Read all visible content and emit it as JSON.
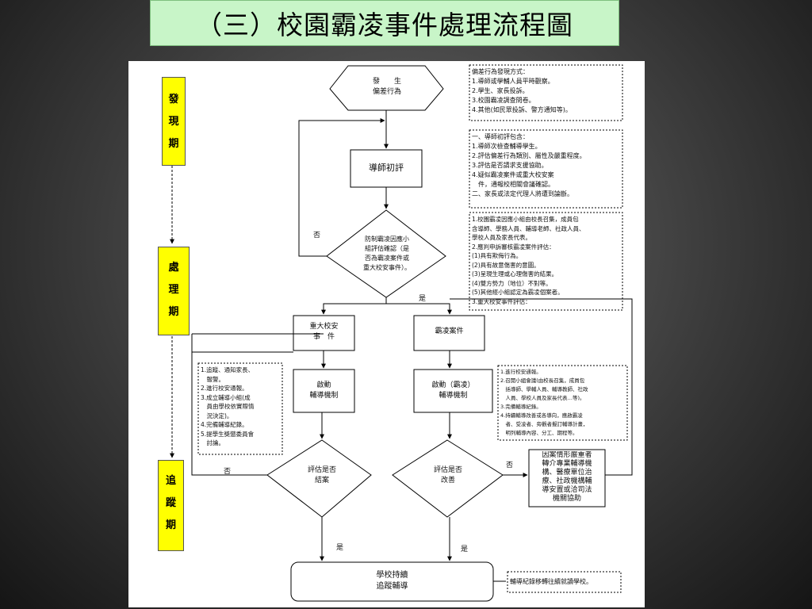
{
  "title": "（三）校園霸凌事件處理流程圖",
  "phases": {
    "discover": "發\n現\n期",
    "handle": "處\n理\n期",
    "follow": "追\n蹤\n期"
  },
  "nodes": {
    "occur": "發　　生\n偏差行為",
    "teacher_eval": "導師初評",
    "judge": "防制霸凌因應小\n組評估確認（是\n否為霸凌案件或\n重大校安事件）。",
    "major": "重大校安\n事　件",
    "bully": "霸凌案件",
    "guide_left": "啟動\n輔導機制",
    "guide_right": "啟動（霸凌）\n輔導機制",
    "assess_left": "評估是否\n結案",
    "assess_right": "評估是否\n改善",
    "referral": "因案情形嚴重者\n轉介專業輔導機\n構、醫療單位治\n療、社政機構輔\n導安置或洽司法\n機關協助",
    "follow_up": "學校持續\n追蹤輔導"
  },
  "labels": {
    "no": "否",
    "yes": "是"
  },
  "notes": {
    "discover": "偏差行為發現方式：\n1.導師或學輔人員平時觀察。\n2.學生、家長投訴。\n3.校園霸凌調查問卷。\n4.其他(如民眾投訴、警方通知等)。",
    "teacher": "一、導師初評包含：\n1.導師次檢查輔導學生。\n2.評估偏差行為類別、屬性及嚴重程度。\n3.評估是否請求支援協助。\n4.疑似霸凌案件或重大校安案\n　件，通報校相關會議確認。\n二、家長或法定代理人將遭到論斷。",
    "committee": "1.校園霸凌因應小組由校長召集，成員包\n含導師、學務人員、輔導老師、社政人員、\n學校人員及家長代表。\n2.應判申訴審核霸凌案件評估：\n(1)具有欺侮行為。\n(2)具有故意傷害的意圖。\n(3)呈現生理或心理傷害的結果。\n(4)雙方勢力（地位）不對等。\n(5)其他經小組認定為霸凌個案者。\n3.重大校安事件評估：",
    "left_steps": "1.追蹤、通知家長、\n　報警。\n2.進行校安通報。\n3.成立輔導小組(成\n　員由學校依實際情\n　況決定)。\n4.完備輔導紀錄。\n5.提學生獎懲委員會\n　討論。",
    "right_steps": "1.進行校安通報。\n2.召開小組會議(由校長召集，成員包\n　括導師、學輔人員、輔導教師、社政\n　人員、學校人員及家長代表…等)。\n3.完備輔導紀錄。\n4.持續輔導改善或各導向，應啟霸凌\n　者、受凌者、旁觀者擬訂輔導計畫，\n　明列輔導內容、分工、期程等。",
    "bottom": "輔導紀錄移轉往續就讀學校。"
  }
}
